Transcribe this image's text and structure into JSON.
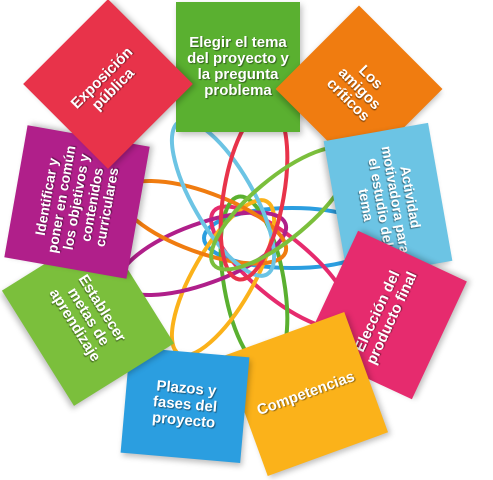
{
  "diagram": {
    "cards": [
      {
        "id": "elegir",
        "text": "Elegir el tema del proyecto y la pregunta problema",
        "color": "#5ab030"
      },
      {
        "id": "amigos",
        "text": "Los amigos críticos",
        "color": "#f07c10"
      },
      {
        "id": "actividad",
        "text": "Actividad motivadora para el estudio del tema",
        "color": "#6cc4e4"
      },
      {
        "id": "eleccion",
        "text": "Elección del producto final",
        "color": "#e62b6e"
      },
      {
        "id": "competencias",
        "text": "Competencias",
        "color": "#fbb21a"
      },
      {
        "id": "plazos",
        "text": "Plazos y fases del proyecto",
        "color": "#2b9ee0"
      },
      {
        "id": "metas",
        "text": "Establecer metas de aprendizaje",
        "color": "#7bbf3c"
      },
      {
        "id": "identificar",
        "text": "Identificar y poner en común los objetivos y contenidos curriculares",
        "color": "#b01f8a"
      },
      {
        "id": "exposicion",
        "text": "Exposición pública",
        "color": "#e8334a"
      }
    ],
    "loop_colors": [
      "#2b9ee0",
      "#e62b6e",
      "#5ab030",
      "#fbb21a",
      "#b01f8a",
      "#f07c10",
      "#6cc4e4",
      "#e8334a",
      "#7bbf3c"
    ]
  }
}
